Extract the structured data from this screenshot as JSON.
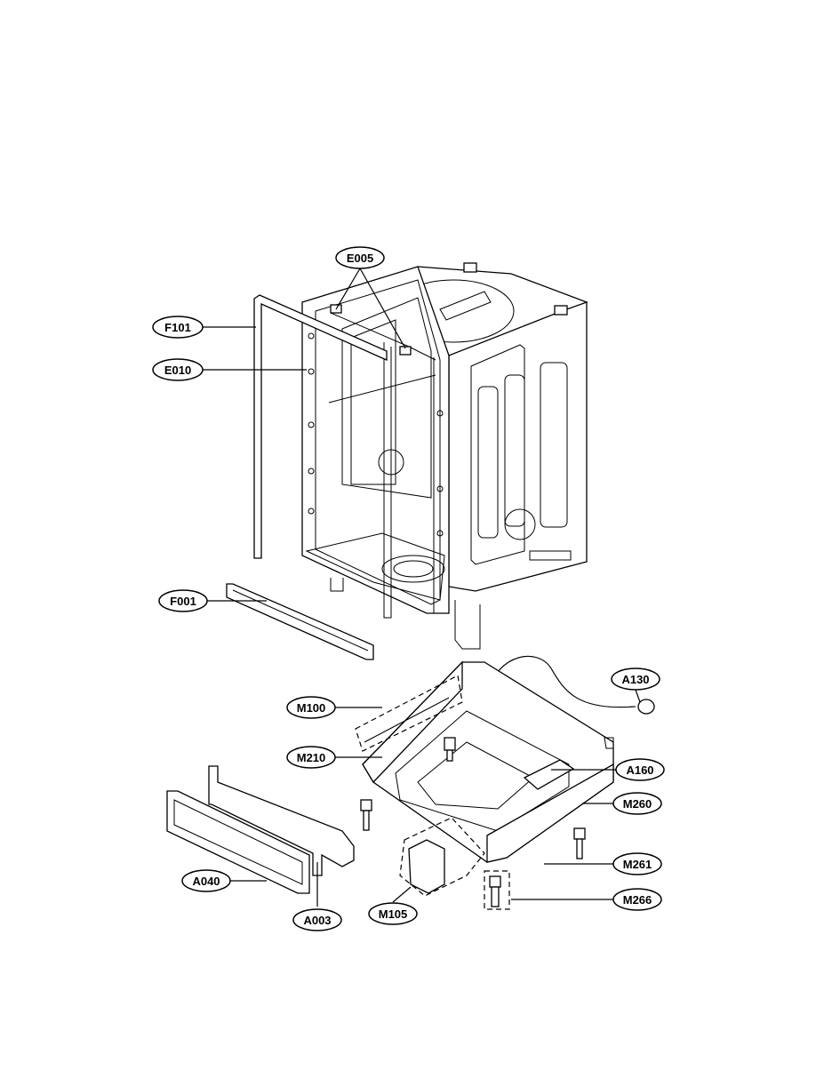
{
  "callouts": {
    "e005": "E005",
    "f101": "F101",
    "e010": "E010",
    "f001": "F001",
    "a130": "A130",
    "m100": "M100",
    "m210": "M210",
    "a160": "A160",
    "m260": "M260",
    "m261": "M261",
    "m266": "M266",
    "a040": "A040",
    "a003": "A003",
    "m105": "M105"
  }
}
